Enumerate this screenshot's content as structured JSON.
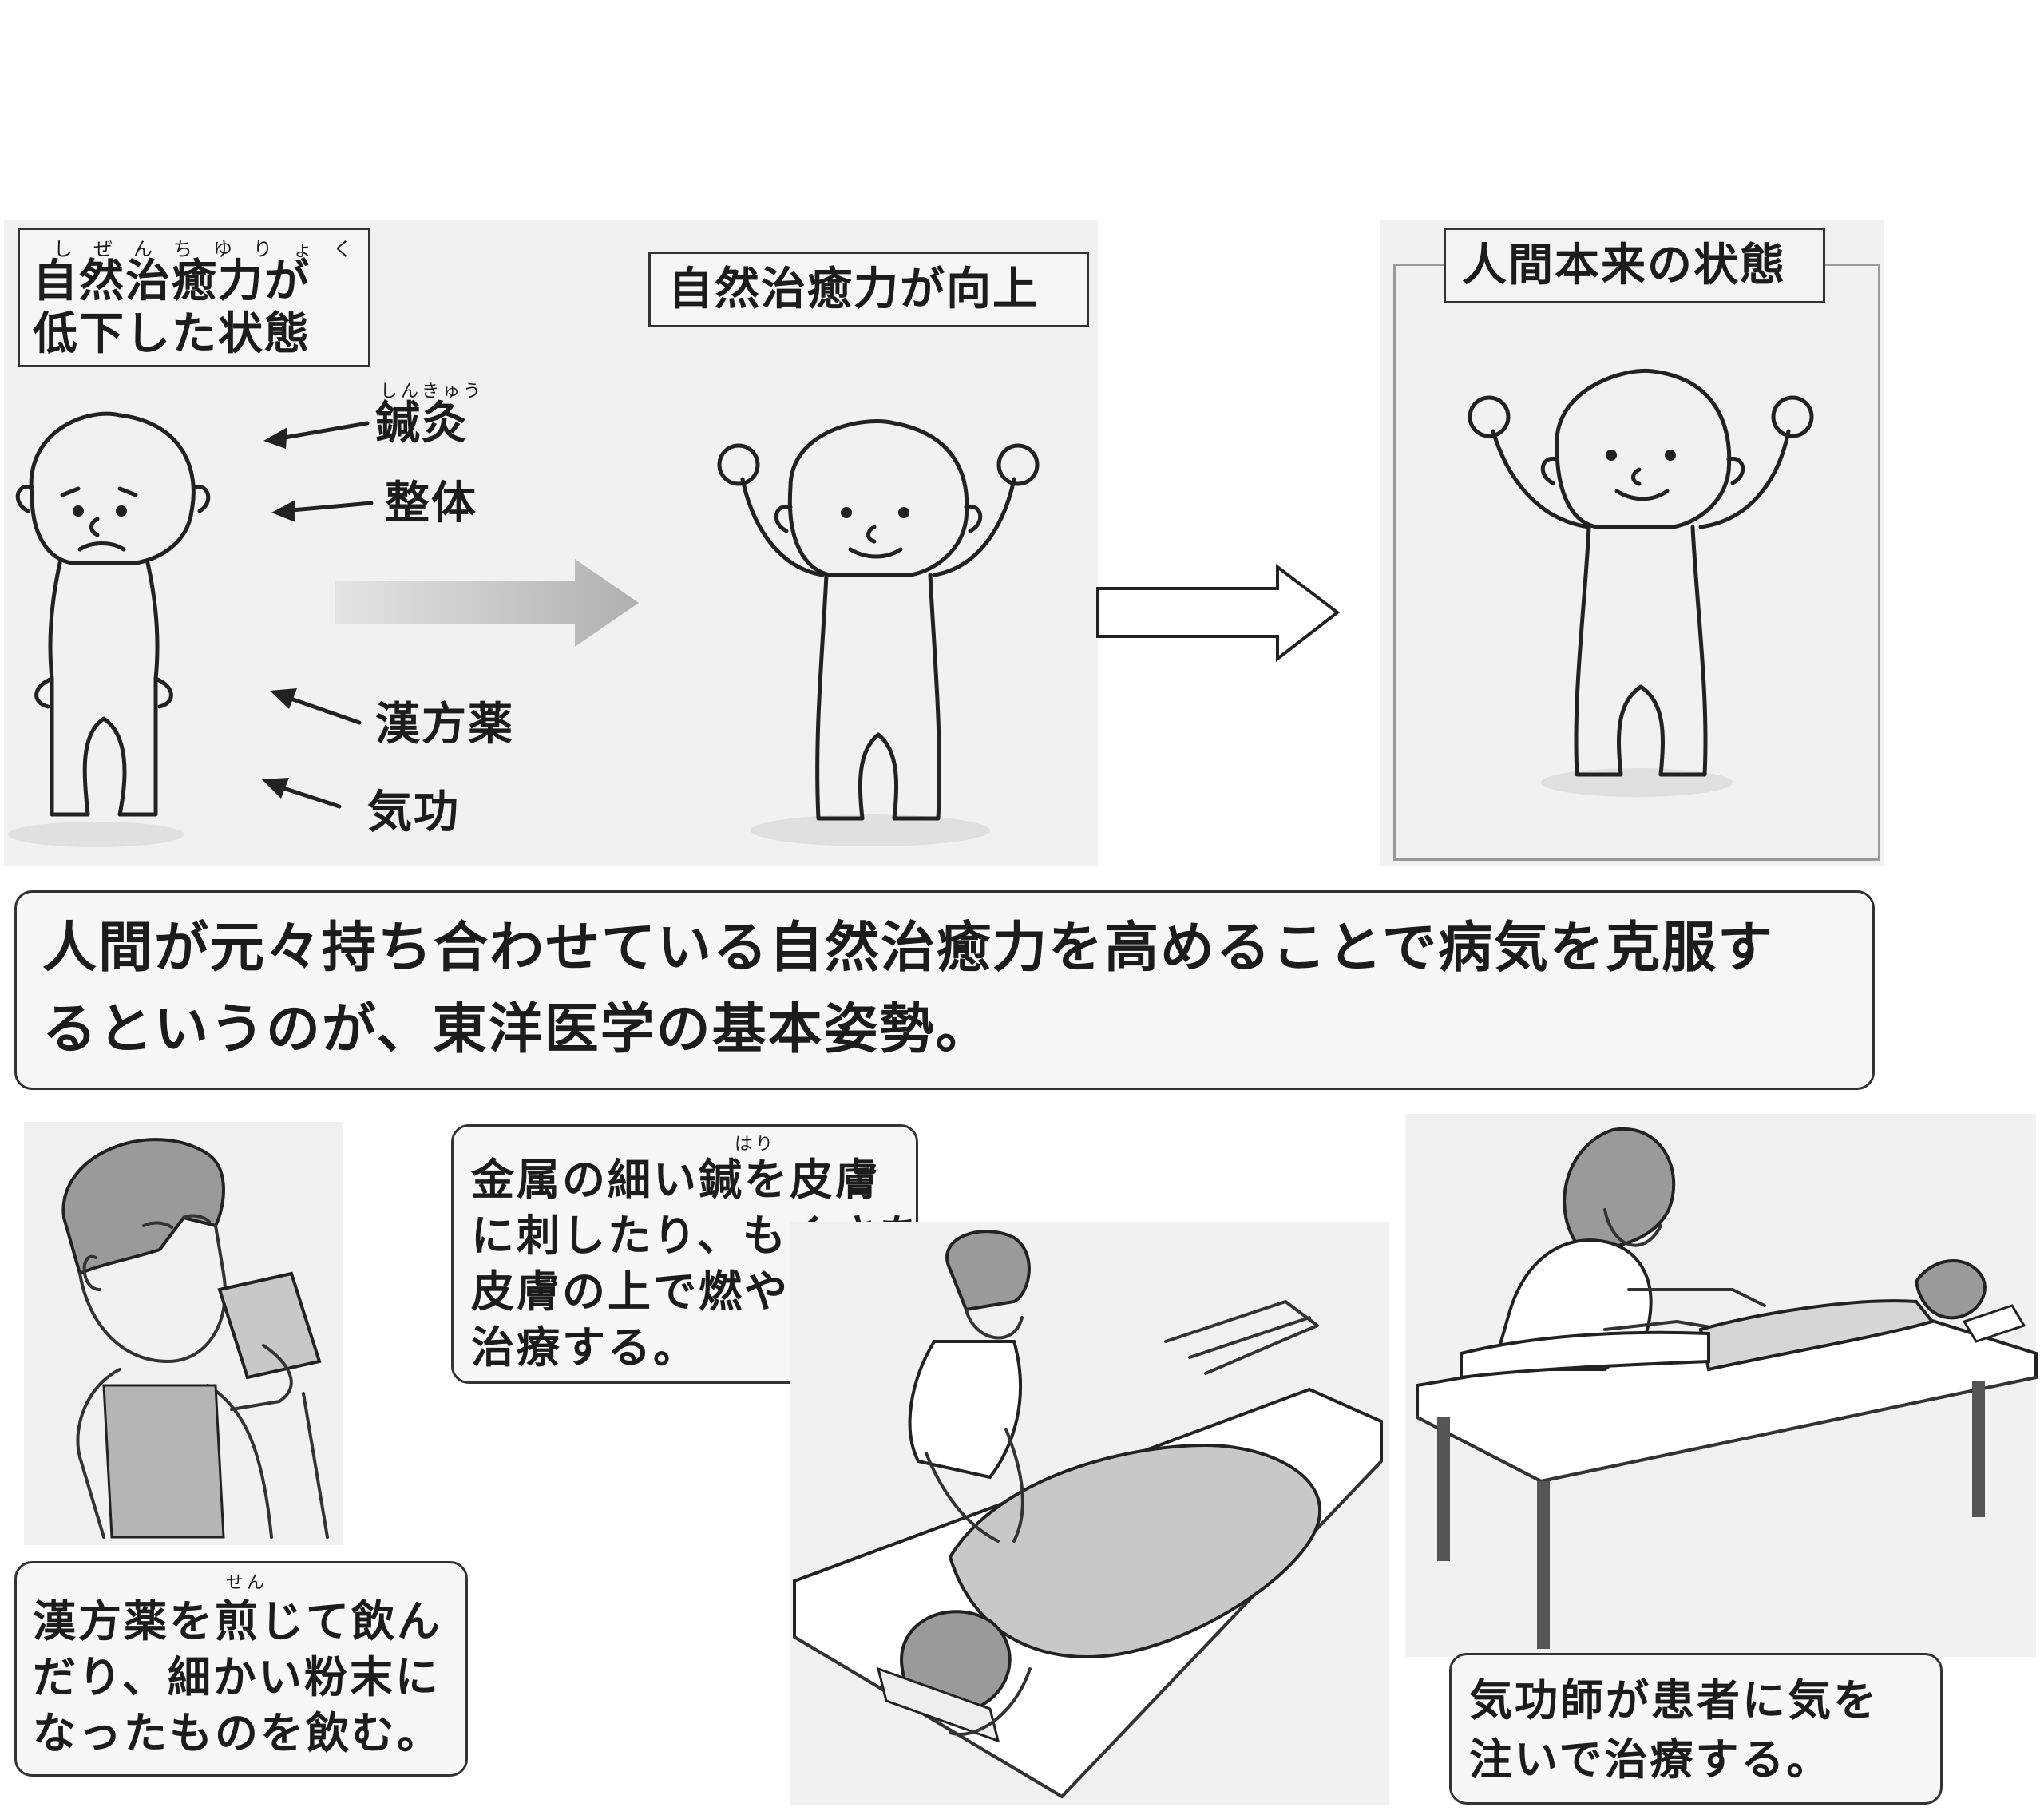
{
  "stage1": {
    "title_ruby": "しぜんちゆりょく",
    "title_line1": "自然治癒力が",
    "title_line2": "低下した状態",
    "arrow_labels": {
      "shinkyu_ruby": "しんきゅう",
      "shinkyu": "鍼灸",
      "seitai": "整体",
      "kampo": "漢方薬",
      "kiko": "気功"
    }
  },
  "stage2": {
    "title": "自然治癒力が向上"
  },
  "stage3": {
    "title": "人間本来の状態"
  },
  "summary": {
    "line1": "人間が元々持ち合わせている自然治癒力を高めることで病気を克服す",
    "line2": "るというのが、東洋医学の基本姿勢。"
  },
  "examples": {
    "kampo": {
      "ruby": "せん",
      "line1": "漢方薬を煎じて飲ん",
      "line2": "だり、細かい粉末に",
      "line3": "なったものを飲む。"
    },
    "acupuncture": {
      "ruby": "はり",
      "line1": "金属の細い鍼を皮膚",
      "line2": "に刺したり、もぐさを",
      "line3": "皮膚の上で燃やして",
      "line4": "治療する。"
    },
    "qigong": {
      "line1": "気功師が患者に気を",
      "line2": "注いで治療する。"
    }
  },
  "colors": {
    "line": "#222222",
    "panel": "#f1f1f1",
    "hair": "#9a9a9a"
  }
}
